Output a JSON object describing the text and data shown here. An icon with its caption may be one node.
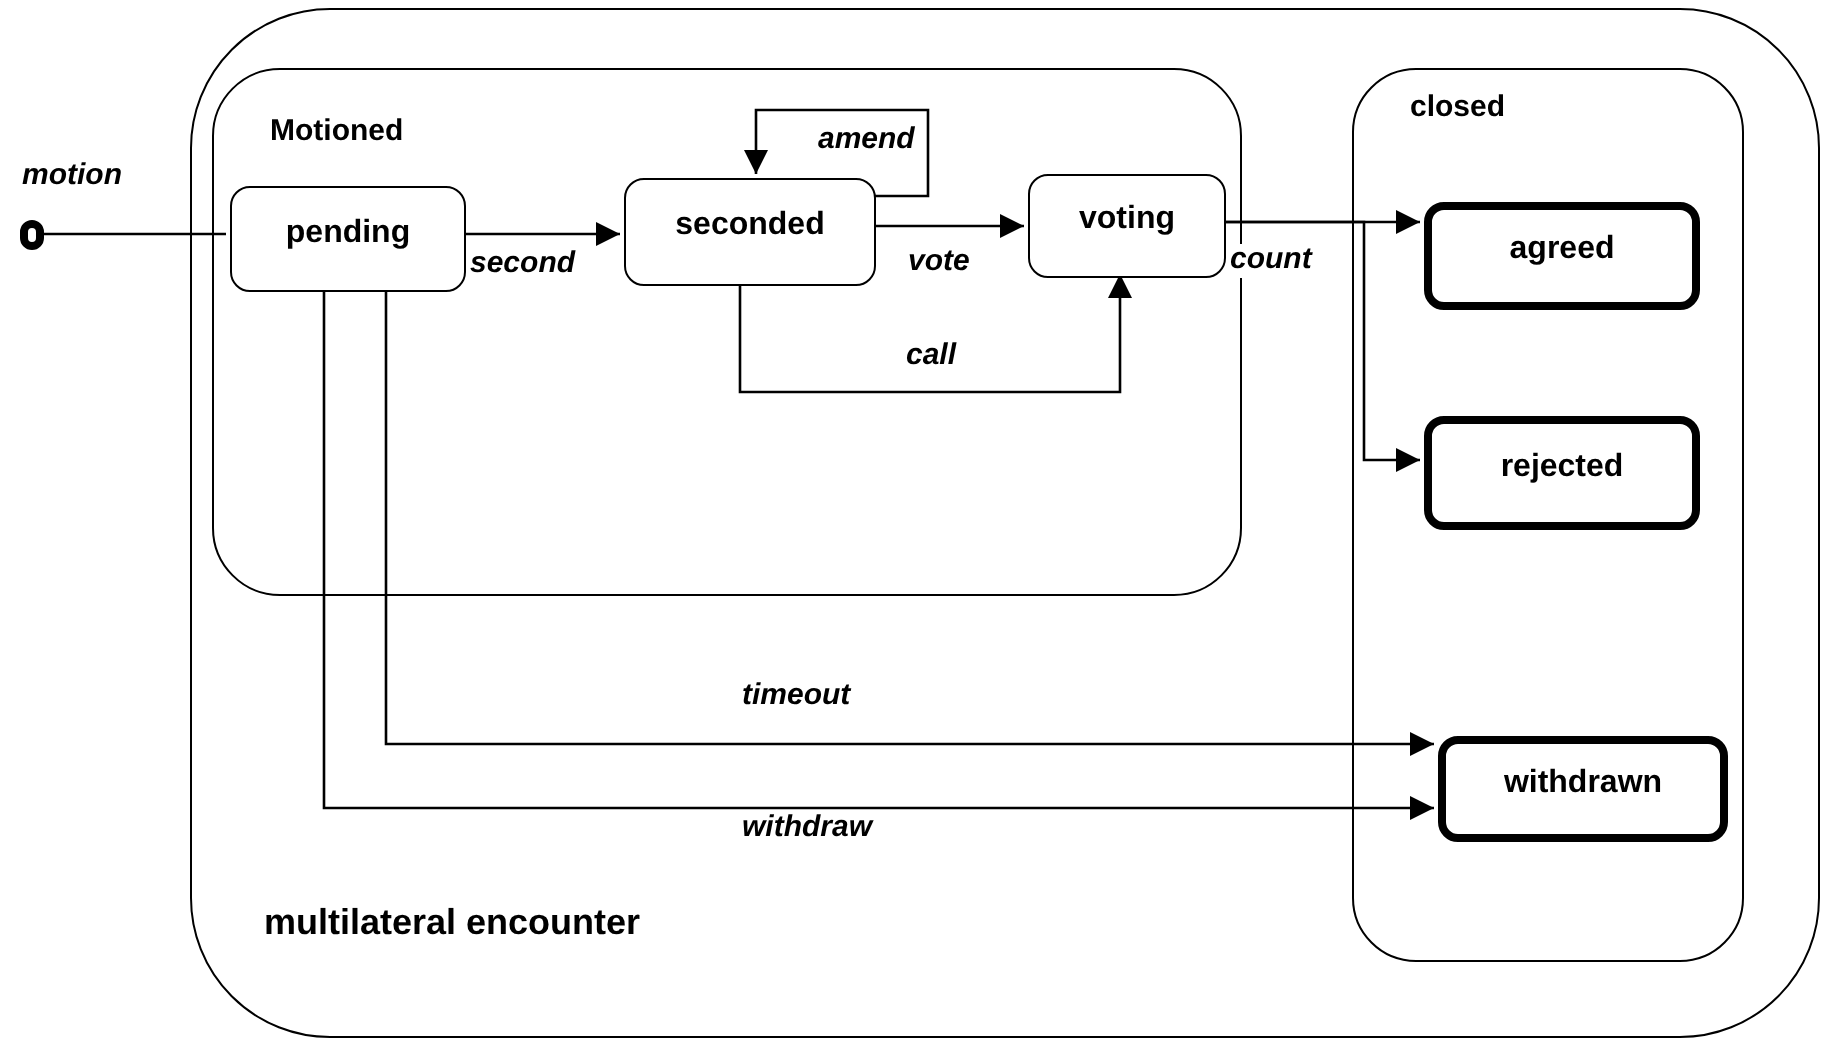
{
  "diagram": {
    "nodes": [
      {
        "text": [
          "multilateral encounter"
        ]
      },
      {
        "text": [
          "Motioned"
        ],
        "in": 0
      },
      {
        "text": [
          "pending"
        ],
        "in": 1
      },
      {
        "text": [
          "seconded"
        ],
        "in": 1
      },
      {
        "text": [
          "voting"
        ],
        "in": 1
      },
      {
        "text": [
          "closed"
        ],
        "in": 0
      },
      {
        "text": [
          "agreed"
        ],
        "in": 5
      },
      {
        "text": [
          "rejected"
        ],
        "in": 5
      },
      {
        "text": [
          "withdrawn"
        ],
        "in": 5
      },
      {
        "text": [],
        "shape": "circle"
      }
    ],
    "edges": [
      {
        "from": 9,
        "to": 2,
        "arrow": "none",
        "label": "motion"
      },
      {
        "from": 2,
        "to": 3,
        "arrow": "to",
        "label": "second"
      },
      {
        "from": 3,
        "to": 3,
        "arrow": "to",
        "label": "amend"
      },
      {
        "from": 3,
        "to": 4,
        "arrow": "to",
        "label": "vote"
      },
      {
        "from": 3,
        "to": 4,
        "arrow": "to",
        "label": "call"
      },
      {
        "from": 4,
        "to": 6,
        "arrow": "to",
        "label": "count"
      },
      {
        "from": 4,
        "to": 7,
        "arrow": "to"
      },
      {
        "from": 2,
        "to": 8,
        "arrow": "to",
        "label": "timeout"
      },
      {
        "from": 2,
        "to": 8,
        "arrow": "to",
        "label": "withdraw"
      }
    ]
  }
}
